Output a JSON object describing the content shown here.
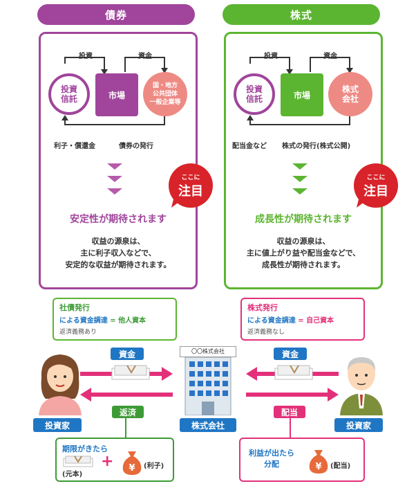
{
  "colors": {
    "purple": "#a0459b",
    "purple_light": "#b65bab",
    "green": "#5cb531",
    "salmon": "#ee8a84",
    "pink": "#e3307a",
    "blue": "#1f76c4",
    "green_dark": "#3d9b35",
    "red": "#d8232a"
  },
  "bonds": {
    "header": "債券",
    "investor": "投資\n信託",
    "market": "市場",
    "issuer": "国・地方\n公共団体\n一般企業等",
    "top_left_label": "投資",
    "top_right_label": "資金",
    "bottom_left_label": "利子・償還金",
    "bottom_right_label": "債券の発行",
    "badge_top": "ここに",
    "badge_bottom": "注目",
    "slogan": "安定性が期待されます",
    "desc_1": "収益の源泉は、",
    "desc_2": "主に利子収入などで、",
    "desc_3": "安定的な収益が期待されます。"
  },
  "stocks": {
    "header": "株式",
    "investor": "投資\n信託",
    "market": "市場",
    "issuer": "株式\n会社",
    "top_left_label": "投資",
    "top_right_label": "資金",
    "bottom_left_label": "配当金など",
    "bottom_right_label": "株式の発行(株式公開)",
    "badge_top": "ここに",
    "badge_bottom": "注目",
    "slogan": "成長性が期待されます",
    "desc_1": "収益の源泉は、",
    "desc_2": "主に値上がり益や配当金などで、",
    "desc_3": "成長性が期待されます。"
  },
  "bottom": {
    "left_box_line1": "社債発行",
    "left_box_line2a": "による資金調達",
    "left_box_eq": "=",
    "left_box_line2b": "他人資本",
    "left_box_line3": "返済義務あり",
    "right_box_line1": "株式発行",
    "right_box_line2a": "による資金調達",
    "right_box_eq": "=",
    "right_box_line2b": "自己資本",
    "right_box_line3": "返済義務なし",
    "left_funds_label": "資金",
    "left_repay_label": "返済",
    "right_funds_label": "資金",
    "right_div_label": "配当",
    "company_sign": "〇〇株式会社",
    "company_label": "株式会社",
    "left_investor_label": "投資家",
    "right_investor_label": "投資家",
    "left_note_title": "期限がきたら",
    "left_note_principal": "(元本)",
    "left_note_plus": "+",
    "left_note_interest": "(利子)",
    "right_note_title1": "利益が出たら",
    "right_note_title2": "分配",
    "right_note_div": "(配当)",
    "yen": "¥"
  }
}
